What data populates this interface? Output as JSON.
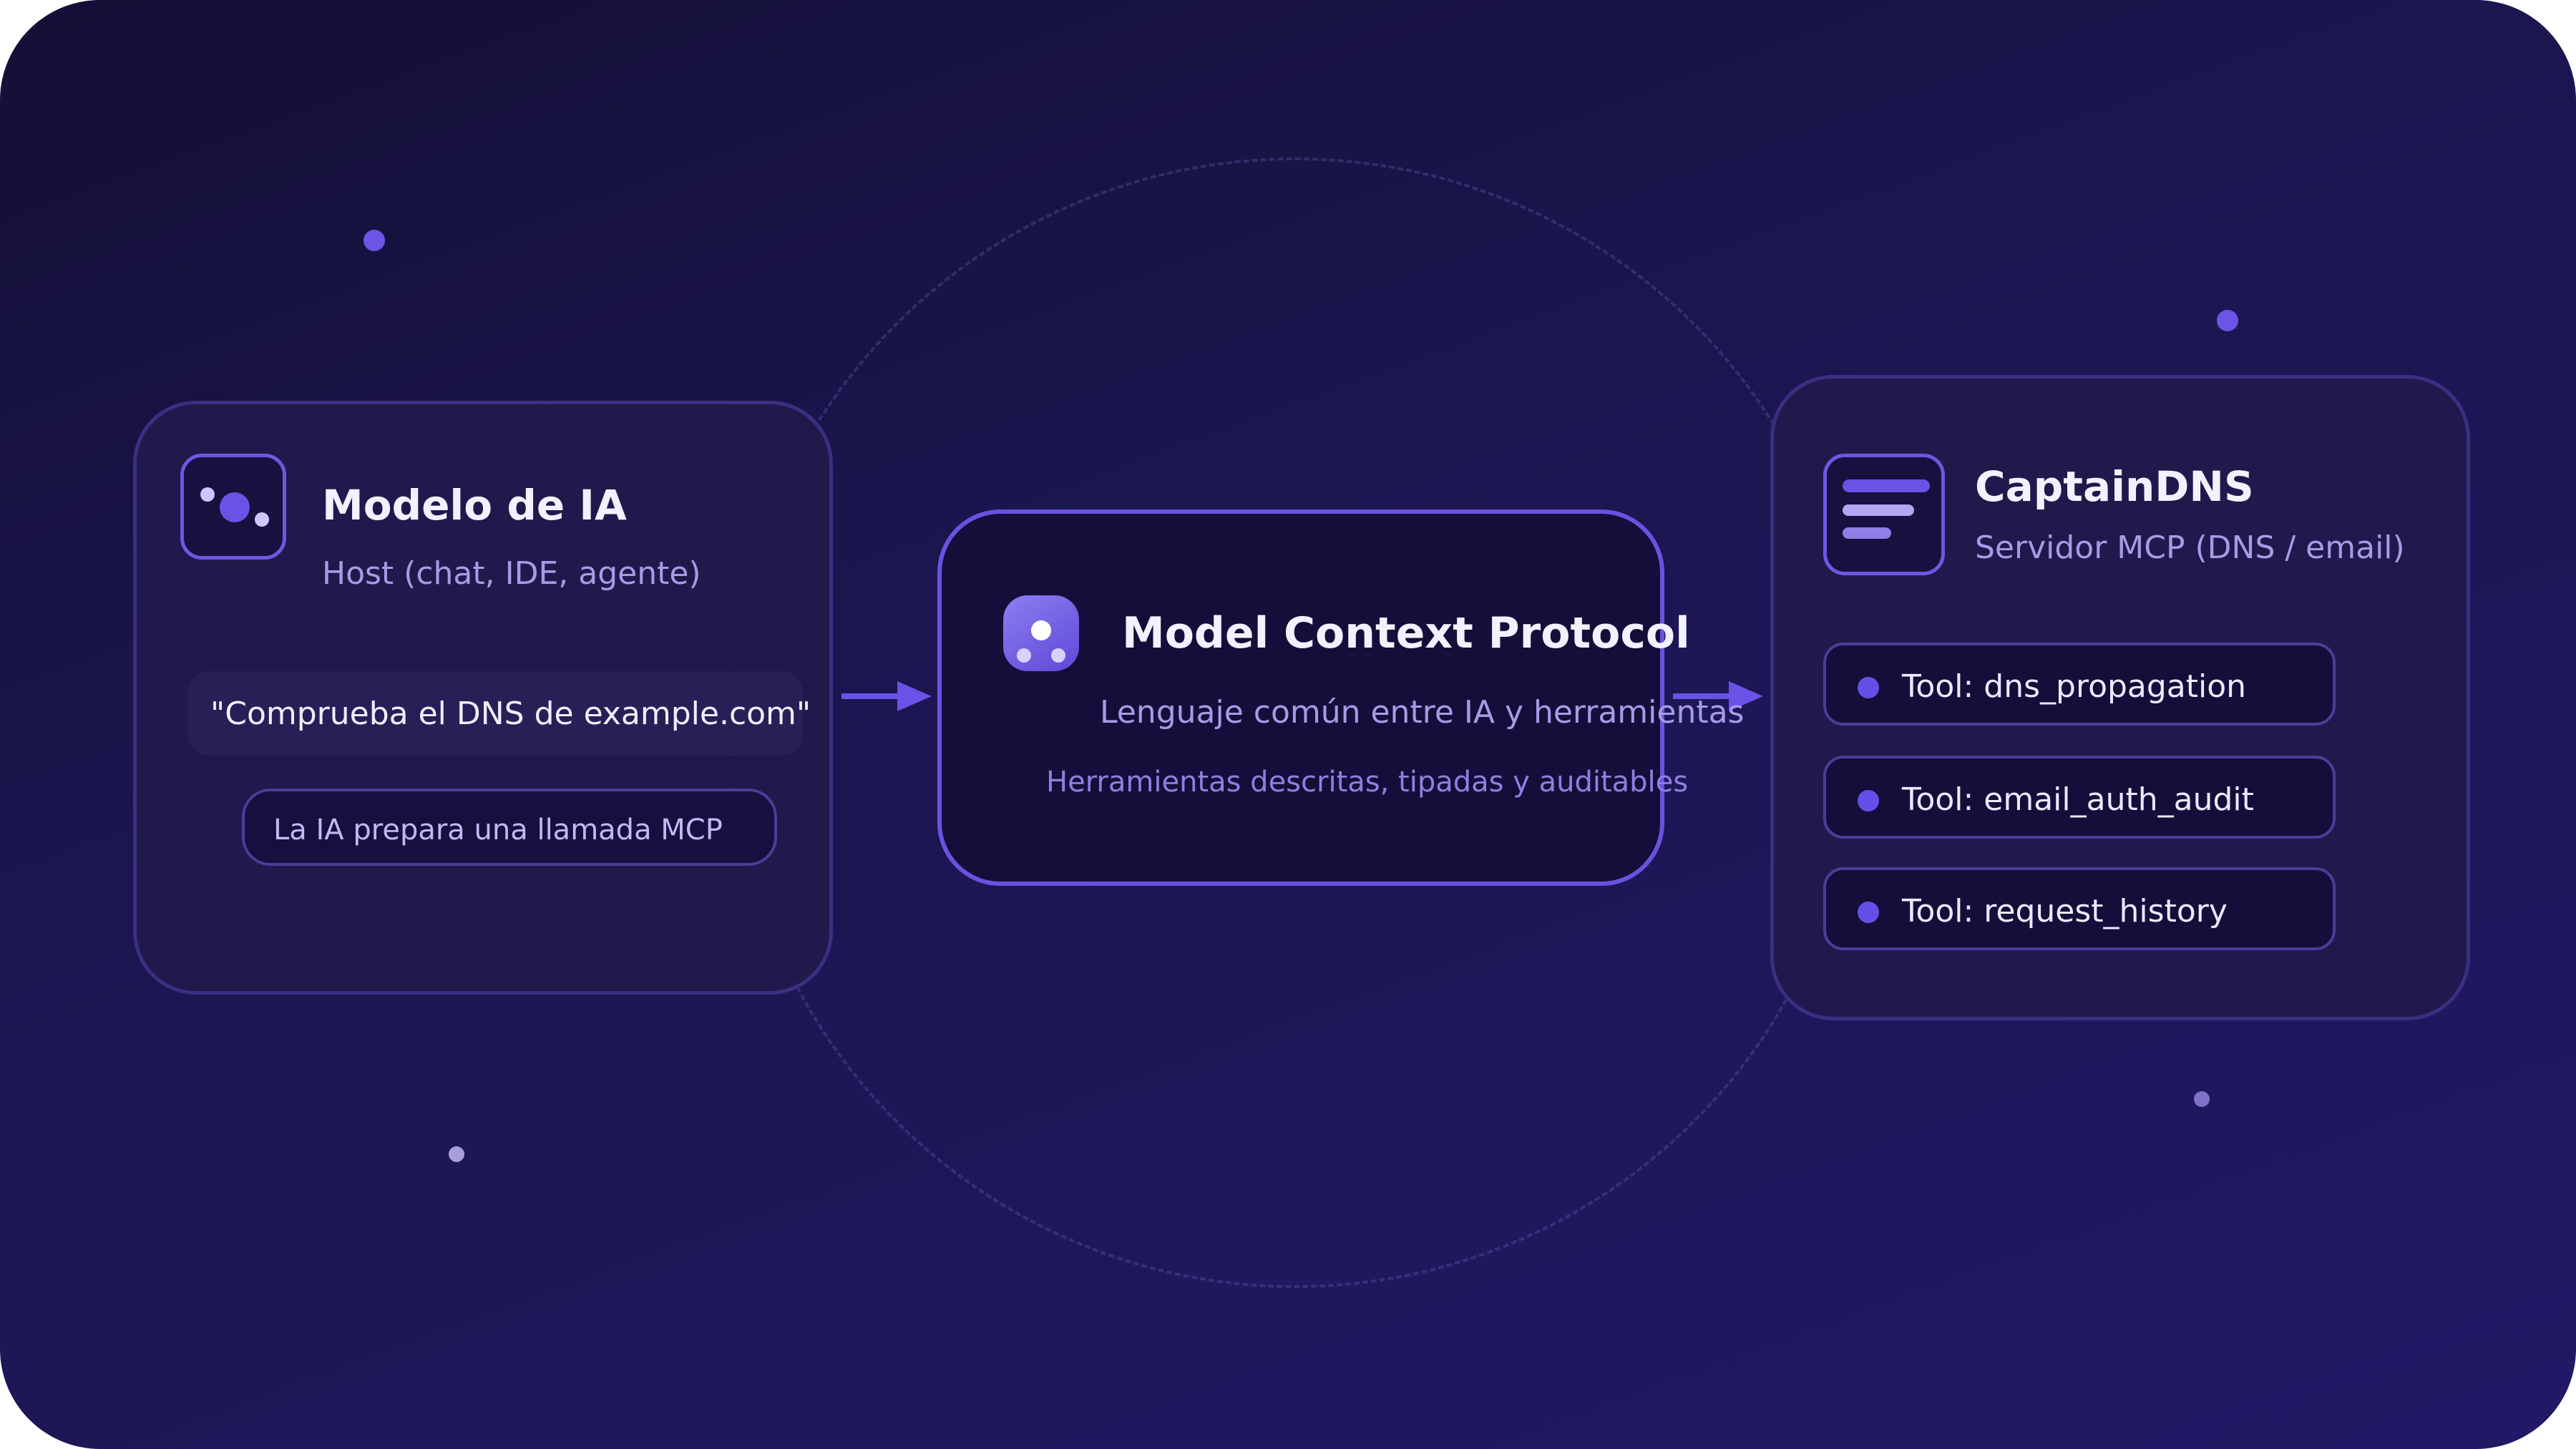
{
  "left_card": {
    "title": "Modelo de IA",
    "subtitle": "Host (chat, IDE, agente)",
    "quote": "\"Comprueba el DNS de example.com\"",
    "pill": "La IA prepara una llamada MCP",
    "icon": "ai-model-icon"
  },
  "middle_card": {
    "title": "Model Context Protocol",
    "subtitle": "Lenguaje común entre IA y herramientas",
    "caption": "Herramientas descritas, tipadas y auditables",
    "icon": "protocol-icon"
  },
  "right_card": {
    "title": "CaptainDNS",
    "subtitle": "Servidor MCP (DNS / email)",
    "icon": "server-list-icon",
    "tools": [
      "Tool: dns_propagation",
      "Tool: email_auth_audit",
      "Tool: request_history"
    ]
  },
  "colors": {
    "background_top": "#130f35",
    "background_bottom": "#211966",
    "accent": "#6a52e0",
    "card_border": "#3a2f82",
    "subtitle_text": "#a99ae6"
  }
}
